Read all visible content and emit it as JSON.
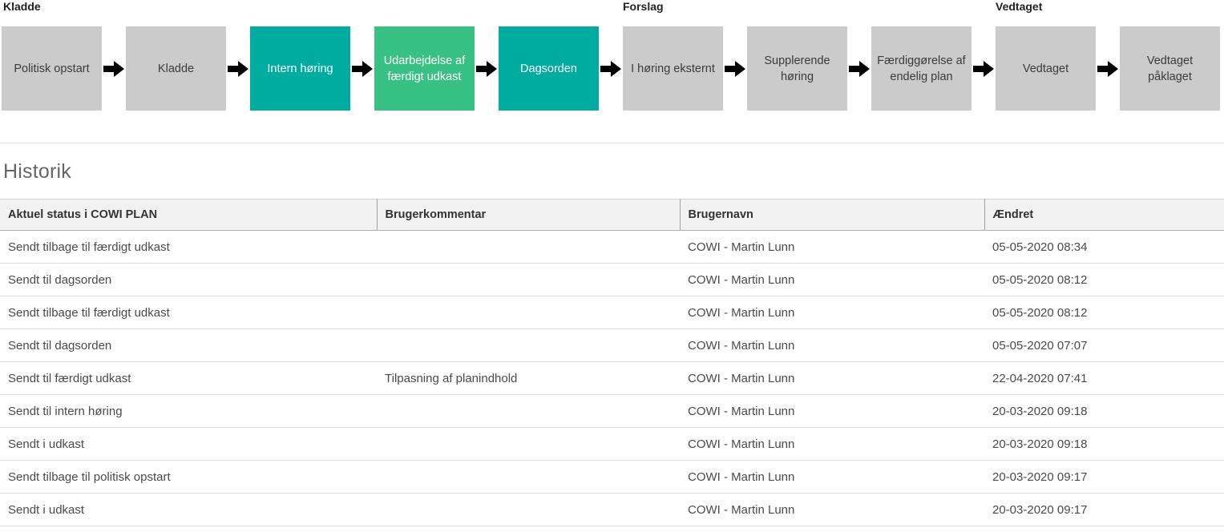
{
  "colors": {
    "step_inactive_bg": "#cbcbcb",
    "step_teal_bg": "#00ab9f",
    "step_green_bg": "#38c184",
    "arrow": "#000000"
  },
  "workflow": {
    "group_labels": [
      {
        "text": "Kladde"
      },
      {
        "text": "Forslag"
      },
      {
        "text": "Vedtaget"
      }
    ],
    "steps": [
      {
        "label": "Politisk opstart",
        "state": "inactive"
      },
      {
        "label": "Kladde",
        "state": "inactive"
      },
      {
        "label": "Intern høring",
        "state": "teal"
      },
      {
        "label": "Udarbejdelse af færdigt udkast",
        "state": "green"
      },
      {
        "label": "Dagsorden",
        "state": "teal"
      },
      {
        "label": "I høring eksternt",
        "state": "inactive"
      },
      {
        "label": "Supplerende høring",
        "state": "inactive"
      },
      {
        "label": "Færdiggørelse af endelig plan",
        "state": "inactive"
      },
      {
        "label": "Vedtaget",
        "state": "inactive"
      },
      {
        "label": "Vedtaget påklaget",
        "state": "inactive"
      }
    ]
  },
  "history": {
    "title": "Historik",
    "columns": [
      "Aktuel status i COWI PLAN",
      "Brugerkommentar",
      "Brugernavn",
      "Ændret"
    ],
    "rows": [
      {
        "status": "Sendt tilbage til færdigt udkast",
        "comment": "",
        "user": "COWI - Martin Lunn",
        "changed": "05-05-2020 08:34"
      },
      {
        "status": "Sendt til dagsorden",
        "comment": "",
        "user": "COWI - Martin Lunn",
        "changed": "05-05-2020 08:12"
      },
      {
        "status": "Sendt tilbage til færdigt udkast",
        "comment": "",
        "user": "COWI - Martin Lunn",
        "changed": "05-05-2020 08:12"
      },
      {
        "status": "Sendt til dagsorden",
        "comment": "",
        "user": "COWI - Martin Lunn",
        "changed": "05-05-2020 07:07"
      },
      {
        "status": "Sendt til færdigt udkast",
        "comment": "Tilpasning af planindhold",
        "user": "COWI - Martin Lunn",
        "changed": "22-04-2020 07:41"
      },
      {
        "status": "Sendt til intern høring",
        "comment": "",
        "user": "COWI - Martin Lunn",
        "changed": "20-03-2020 09:18"
      },
      {
        "status": "Sendt i udkast",
        "comment": "",
        "user": "COWI - Martin Lunn",
        "changed": "20-03-2020 09:18"
      },
      {
        "status": "Sendt tilbage til politisk opstart",
        "comment": "",
        "user": "COWI - Martin Lunn",
        "changed": "20-03-2020 09:17"
      },
      {
        "status": "Sendt i udkast",
        "comment": "",
        "user": "COWI - Martin Lunn",
        "changed": "20-03-2020 09:17"
      }
    ]
  }
}
